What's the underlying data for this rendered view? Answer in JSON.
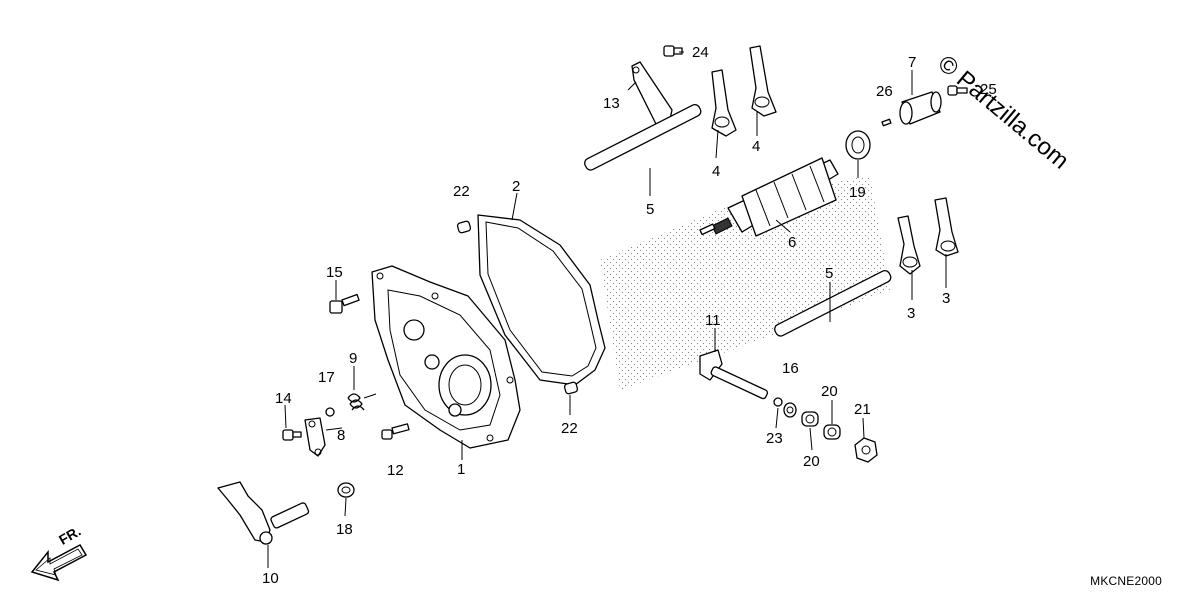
{
  "diagram": {
    "callouts": {
      "p1": "1",
      "p2": "2",
      "p3a": "3",
      "p3b": "3",
      "p4a": "4",
      "p4b": "4",
      "p5a": "5",
      "p5b": "5",
      "p6": "6",
      "p7": "7",
      "p8": "8",
      "p9": "9",
      "p10": "10",
      "p11": "11",
      "p12": "12",
      "p13": "13",
      "p14": "14",
      "p15": "15",
      "p16": "16",
      "p17": "17",
      "p18": "18",
      "p19": "19",
      "p20a": "20",
      "p20b": "20",
      "p21": "21",
      "p22a": "22",
      "p22b": "22",
      "p23": "23",
      "p24": "24",
      "p25": "25",
      "p26": "26"
    },
    "front_label": "FR.",
    "diagram_code": "MKCNE2000",
    "watermark": "© Partzilla.com"
  }
}
